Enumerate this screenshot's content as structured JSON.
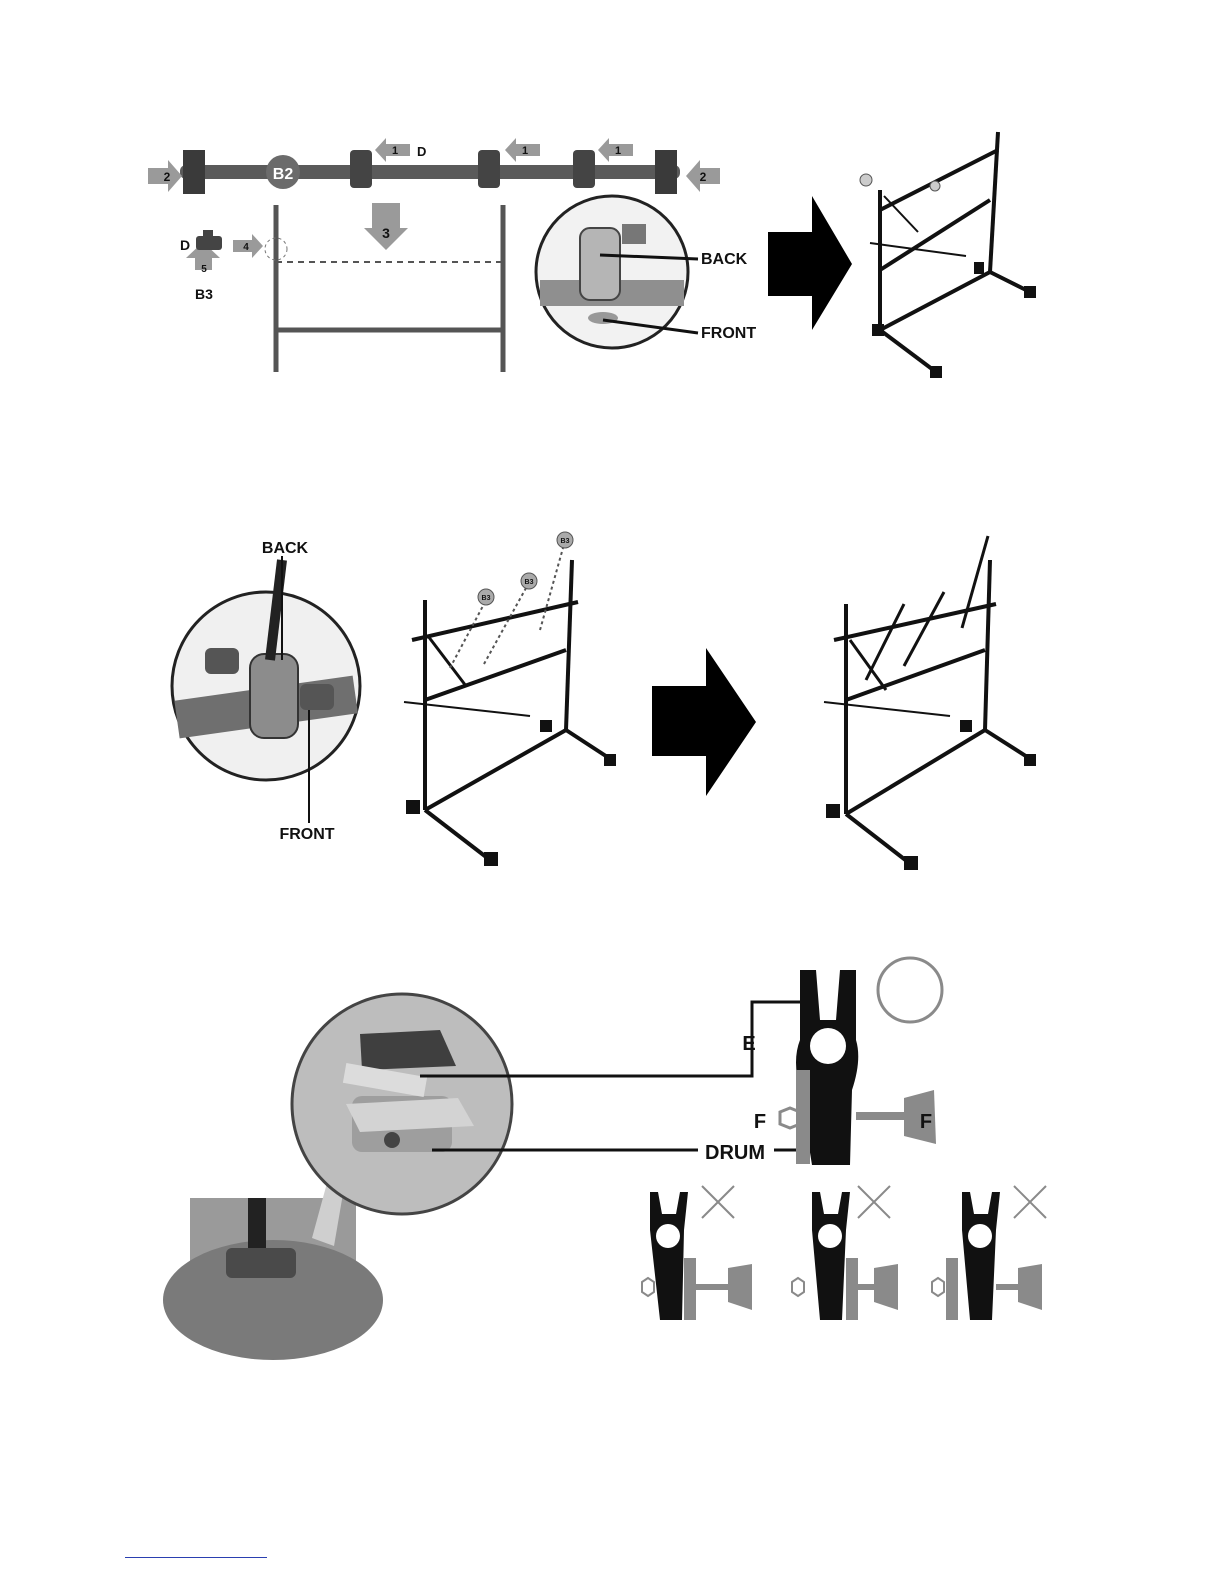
{
  "step1": {
    "bar_label": "B2",
    "clamp_label": "D",
    "arrow_num_1": "1",
    "arrow_num_2": "2",
    "arrow_num_3": "3",
    "arrow_num_4": "4",
    "arrow_num_5": "5",
    "part_d": "D",
    "part_b3": "B3",
    "detail_back": "BACK",
    "detail_front": "FRONT"
  },
  "step2": {
    "detail_back": "BACK",
    "detail_front": "FRONT",
    "tube_label": "B3"
  },
  "step3": {
    "label_e": "E",
    "label_f_left": "F",
    "label_f_right": "F",
    "label_drum": "DRUM"
  },
  "colors": {
    "ink": "#111111",
    "gray": "#8a8a8a",
    "light": "#d8d8d8"
  }
}
